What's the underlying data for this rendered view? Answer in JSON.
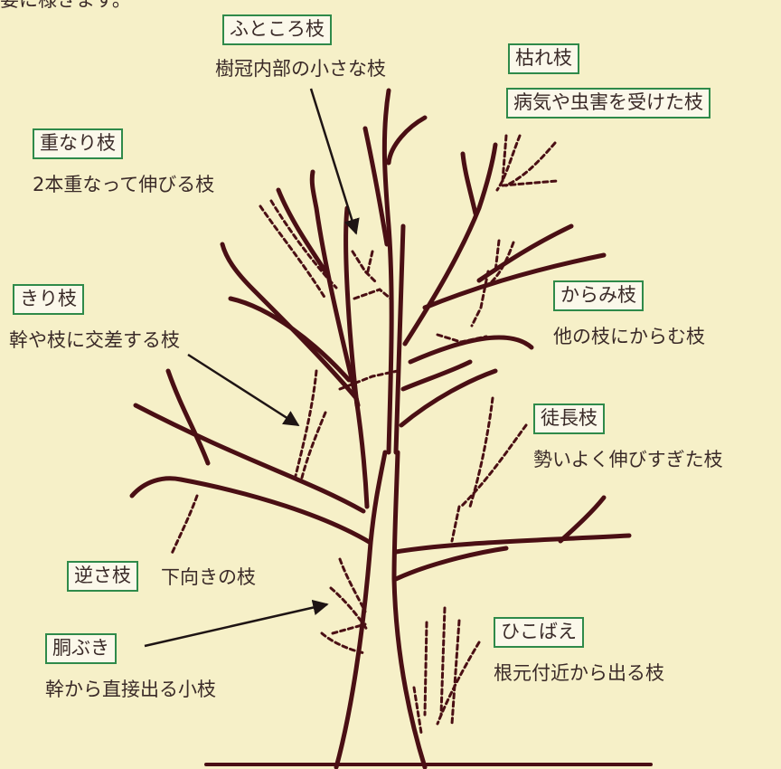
{
  "top_fragment": "要に様きます。",
  "labels": {
    "futokoro": {
      "title": "ふところ枝",
      "desc": "樹冠内部の小さな枝"
    },
    "kare": {
      "title": "枯れ枝",
      "desc": "病気や虫害を受けた枝"
    },
    "kasanari": {
      "title": "重なり枝",
      "desc": "2本重なって伸びる枝"
    },
    "kiri": {
      "title": "きり枝",
      "desc": "幹や枝に交差する枝"
    },
    "karami": {
      "title": "からみ枝",
      "desc": "他の枝にからむ枝"
    },
    "tokucho": {
      "title": "徒長枝",
      "desc": "勢いよく伸びすぎた枝"
    },
    "sakasa": {
      "title": "逆さ枝",
      "desc": "下向きの枝"
    },
    "dobuki": {
      "title": "胴ぶき",
      "desc": "幹から直接出る小枝"
    },
    "hikobae": {
      "title": "ひこばえ",
      "desc": "根元付近から出る枝"
    }
  },
  "colors": {
    "background": "#f6f0c8",
    "trunk": "#4a0f14",
    "box_border": "#2f8a4a",
    "text": "#3a2a28"
  }
}
